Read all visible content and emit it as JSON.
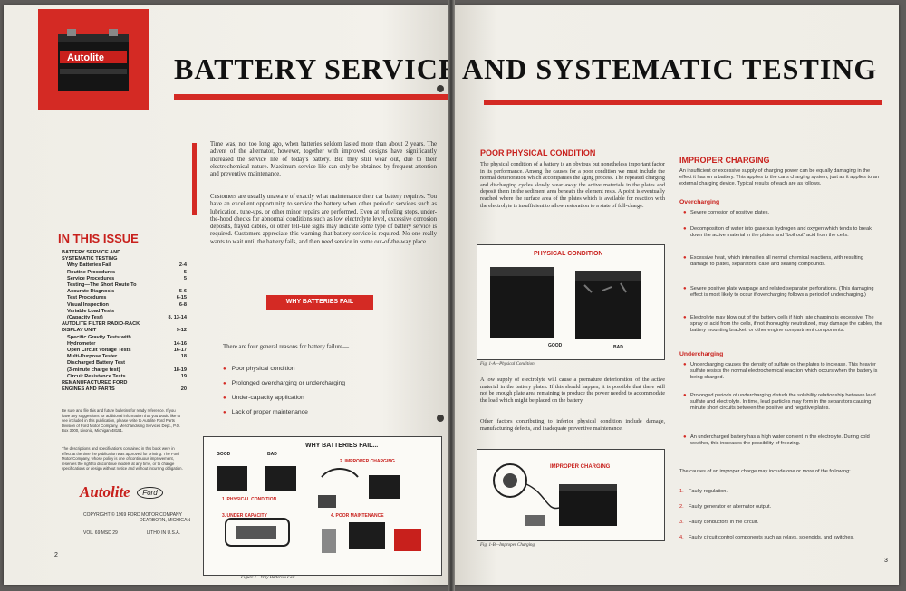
{
  "left_page": {
    "title": "BATTERY SERVICE",
    "battery_label": "Autolite",
    "intro_paragraphs": [
      "Time was, not too long ago, when batteries seldom lasted more than about 2 years. The advent of the alternator, however, together with improved designs have significantly increased the service life of today's battery. But they still wear out, due to their electrochemical nature. Maximum service life can only be obtained by frequent attention and preventive maintenance.",
      "Customers are usually unaware of exactly what maintenance their car battery requires. You have an excellent opportunity to service the battery when other periodic services such as lubrication, tune-ups, or other minor repairs are performed. Even at refueling stops, under-the-hood checks for abnormal conditions such as low electrolyte level, excessive corrosion deposits, frayed cables, or other tell-tale signs may indicate some type of battery service is required. Customers appreciate this warning that battery service is required. No one really wants to wait until the battery fails, and then need service in some out-of-the-way place."
    ],
    "why_heading": "WHY BATTERIES FAIL",
    "why_intro": "There are four general reasons for battery failure—",
    "reasons": [
      "Poor physical condition",
      "Prolonged overcharging or undercharging",
      "Under-capacity application",
      "Lack of proper maintenance"
    ],
    "illustration": {
      "heading": "WHY BATTERIES FAIL...",
      "good": "GOOD",
      "bad": "BAD",
      "l1": "1. PHYSICAL CONDITION",
      "l2": "2. IMPROPER CHARGING",
      "l3": "3. UNDER CAPACITY",
      "l4": "4. POOR MAINTENANCE",
      "caption": "Figure 1—Why Batteries Fail"
    },
    "in_this_issue": "IN THIS ISSUE",
    "toc": [
      {
        "t": "BATTERY SERVICE AND",
        "p": "",
        "ind": false
      },
      {
        "t": "SYSTEMATIC TESTING",
        "p": "",
        "ind": false
      },
      {
        "t": "Why Batteries Fail",
        "p": "2-4",
        "ind": true
      },
      {
        "t": "Routine Procedures",
        "p": "5",
        "ind": true
      },
      {
        "t": "Service Procedures",
        "p": "5",
        "ind": true
      },
      {
        "t": "Testing—The Short Route To",
        "p": "",
        "ind": true
      },
      {
        "t": "Accurate Diagnosis",
        "p": "5-6",
        "ind": true
      },
      {
        "t": "Test Procedures",
        "p": "6-15",
        "ind": true
      },
      {
        "t": "Visual Inspection",
        "p": "6-8",
        "ind": true
      },
      {
        "t": "Variable Load Tests",
        "p": "",
        "ind": true
      },
      {
        "t": "(Capacity Test)",
        "p": "8, 13-14",
        "ind": true
      },
      {
        "t": "AUTOLITE FILTER RADIO-RACK",
        "p": "",
        "ind": false
      },
      {
        "t": "DISPLAY UNIT",
        "p": "9-12",
        "ind": false
      },
      {
        "t": "Specific Gravity Tests with",
        "p": "",
        "ind": true
      },
      {
        "t": "Hydrometer",
        "p": "14-16",
        "ind": true
      },
      {
        "t": "Open Circuit Voltage Tests",
        "p": "16-17",
        "ind": true
      },
      {
        "t": "Multi-Purpose Tester",
        "p": "18",
        "ind": true
      },
      {
        "t": "Discharged Battery Test",
        "p": "",
        "ind": true
      },
      {
        "t": "(3-minute charge test)",
        "p": "18-19",
        "ind": true
      },
      {
        "t": "Circuit Resistance Tests",
        "p": "19",
        "ind": true
      },
      {
        "t": "REMANUFACTURED FORD",
        "p": "",
        "ind": false
      },
      {
        "t": "ENGINES AND PARTS",
        "p": "20",
        "ind": false
      }
    ],
    "fine_print_1": "Be sure and file this and future bulletins for ready reference. If you have any suggestions for additional information that you would like to see included in this publication, please write to Autolite Ford Parts Division of Ford Motor Company, Merchandising Services Dept., P.O. Box 3000, Livonia, Michigan 48151.",
    "fine_print_2": "The descriptions and specifications contained in this book were in effect at the time the publication was approved for printing. The Ford Motor Company, whose policy is one of continuous improvement, reserves the right to discontinue models at any time, or to change specifications or design without notice and without incurring obligation.",
    "brand": "Autolite",
    "ford": "Ford",
    "copyright": "COPYRIGHT © 1969   FORD MOTOR COMPANY",
    "location": "DEARBORN, MICHIGAN",
    "vol": "VOL. 69 MSD 29",
    "litho": "LITHO IN U.S.A.",
    "page_number": "2"
  },
  "right_page": {
    "title": "AND SYSTEMATIC TESTING",
    "poor_heading": "POOR PHYSICAL CONDITION",
    "poor_text": "The physical condition of a battery is an obvious but nonetheless important factor in its performance. Among the causes for a poor condition we must include the normal deterioration which accompanies the aging process. The repeated charging and discharging cycles slowly wear away the active materials in the plates and deposit them in the sediment area beneath the element rests. A point is eventually reached where the surface area of the plates which is available for reaction with the electrolyte is insufficient to allow restoration to a state of full-charge.",
    "fig1a": {
      "heading": "PHYSICAL CONDITION",
      "good": "GOOD",
      "bad": "BAD",
      "caption": "Fig. 1-A—Physical Condition"
    },
    "electrolyte_text": "A low supply of electrolyte will cause a premature deterioration of the active material in the battery plates. If this should happen, it is possible that there will not be enough plate area remaining to produce the power needed to accommodate the load which might be placed on the battery.",
    "other_text": "Other factors contributing to inferior physical condition include damage, manufacturing defects, and inadequate preventive maintenance.",
    "fig1b": {
      "heading": "IMPROPER CHARGING",
      "caption": "Fig. 1-B—Improper Charging"
    },
    "improper_heading": "IMPROPER CHARGING",
    "improper_text": "An insufficient or excessive supply of charging power can be equally damaging in the effect it has on a battery. This applies to the car's charging system, just as it applies to an external charging device. Typical results of each are as follows.",
    "overcharging_heading": "Overcharging",
    "over_items": [
      "Severe corrosion of positive plates.",
      "Decomposition of water into gaseous hydrogen and oxygen which tends to break down the active material in the plates and \"boil out\" acid from the cells.",
      "Excessive heat, which intensifies all normal chemical reactions, with resulting damage to plates, separators, case and sealing compounds.",
      "Severe positive plate warpage and related separator perforations. (This damaging effect is most likely to occur if overcharging follows a period of undercharging.)",
      "Electrolyte may blow out of the battery cells if high rate charging is excessive. The spray of acid from the cells, if not thoroughly neutralized, may damage the cables, the battery mounting bracket, or other engine compartment components."
    ],
    "undercharging_heading": "Undercharging",
    "under_items": [
      "Undercharging causes the density of sulfate on the plates to increase. This heavier sulfate resists the normal electrochemical reaction which occurs when the battery is being charged.",
      "Prolonged periods of undercharging disturb the solubility relationship between lead sulfate and electrolyte. In time, lead particles may form in the separators causing minute short circuits between the positive and negative plates.",
      "An undercharged battery has a high water content in the electrolyte. During cold weather, this increases the possibility of freezing."
    ],
    "causes_intro": "The causes of an improper charge may include one or more of the following:",
    "causes": [
      {
        "n": "1.",
        "t": "Faulty regulation."
      },
      {
        "n": "2.",
        "t": "Faulty generator or alternator output."
      },
      {
        "n": "3.",
        "t": "Faulty conductors in the circuit."
      },
      {
        "n": "4.",
        "t": "Faulty circuit control components such as relays, solenoids, and switches."
      }
    ],
    "page_number": "3"
  },
  "colors": {
    "accent_red": "#d42a24",
    "paper": "#f1efe9",
    "ink": "#111111"
  }
}
